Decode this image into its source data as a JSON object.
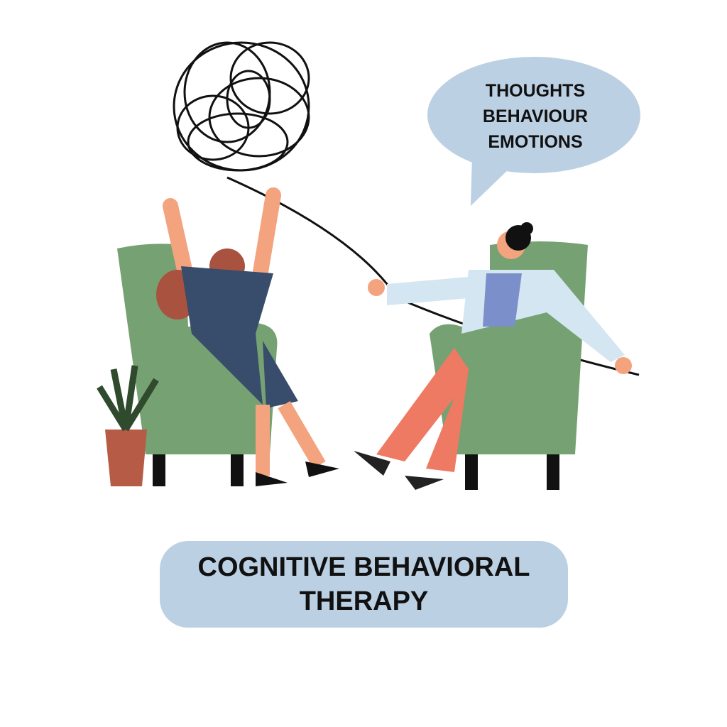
{
  "speech_bubble": {
    "lines": [
      "THOUGHTS",
      "BEHAVIOUR",
      "EMOTIONS"
    ]
  },
  "banner": {
    "line1": "COGNITIVE BEHAVIORAL",
    "line2": "THERAPY"
  },
  "colors": {
    "chair": "#76a172",
    "bubble": "#bcd0e4",
    "pants": "#ef7a63",
    "dress": "#374d6b",
    "coat": "#d4e6f1"
  }
}
